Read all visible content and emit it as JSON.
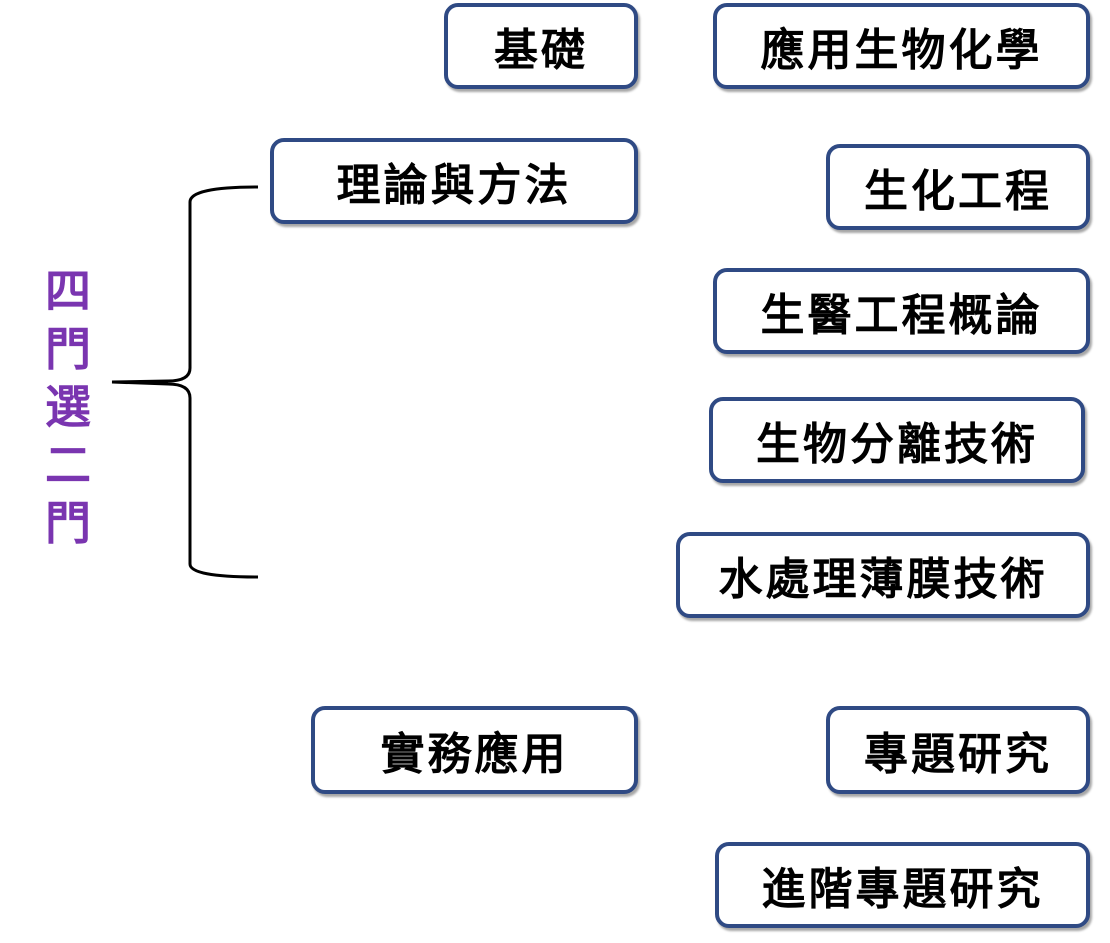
{
  "vertical_label": [
    "四",
    "門",
    "選",
    "二",
    "門"
  ],
  "left_boxes": {
    "basics": "基礎",
    "theory": "理論與方法",
    "practice": "實務應用"
  },
  "right_boxes": {
    "applied_biochem": "應用生物化學",
    "biochem_eng": "生化工程",
    "biomed_eng": "生醫工程概論",
    "bio_separation": "生物分離技術",
    "water_membrane": "水處理薄膜技術",
    "project": "專題研究",
    "advanced_project": "進階專題研究"
  },
  "colors": {
    "box_border": "#2f4a84",
    "label_purple": "#7a35b0",
    "text": "#000000"
  }
}
